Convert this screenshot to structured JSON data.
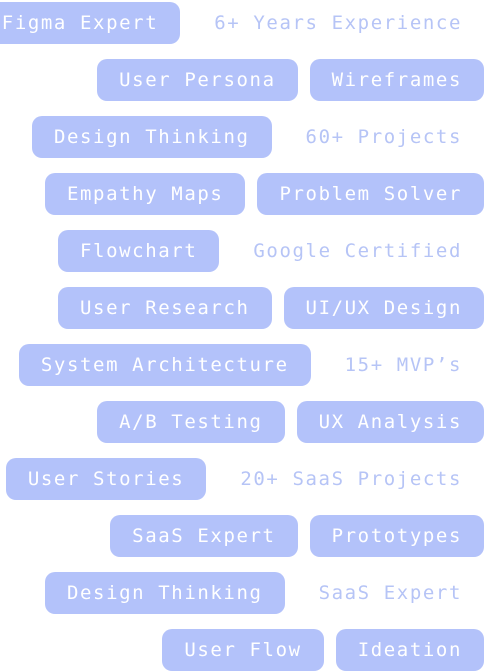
{
  "colors": {
    "pill_bg": "#b3c2fa",
    "pill_text": "#ffffff",
    "plain_text": "#b6c4f6",
    "background": "#ffffff"
  },
  "rows": [
    {
      "items": [
        {
          "label": "Figma Expert",
          "style": "pill"
        },
        {
          "label": "6+ Years Experience",
          "style": "plain"
        }
      ]
    },
    {
      "items": [
        {
          "label": "User Persona",
          "style": "pill"
        },
        {
          "label": "Wireframes",
          "style": "pill"
        }
      ]
    },
    {
      "items": [
        {
          "label": "Design Thinking",
          "style": "pill"
        },
        {
          "label": "60+ Projects",
          "style": "plain"
        }
      ]
    },
    {
      "items": [
        {
          "label": "Empathy Maps",
          "style": "pill"
        },
        {
          "label": "Problem Solver",
          "style": "pill"
        }
      ]
    },
    {
      "items": [
        {
          "label": "Flowchart",
          "style": "pill"
        },
        {
          "label": "Google Certified",
          "style": "plain"
        }
      ]
    },
    {
      "items": [
        {
          "label": "User Research",
          "style": "pill"
        },
        {
          "label": "UI/UX Design",
          "style": "pill"
        }
      ]
    },
    {
      "items": [
        {
          "label": "System Architecture",
          "style": "pill"
        },
        {
          "label": "15+ MVP’s",
          "style": "plain"
        }
      ]
    },
    {
      "items": [
        {
          "label": "A/B Testing",
          "style": "pill"
        },
        {
          "label": "UX Analysis",
          "style": "pill"
        }
      ]
    },
    {
      "items": [
        {
          "label": "User Stories",
          "style": "pill"
        },
        {
          "label": "20+ SaaS Projects",
          "style": "plain"
        }
      ]
    },
    {
      "items": [
        {
          "label": "SaaS Expert",
          "style": "pill"
        },
        {
          "label": "Prototypes",
          "style": "pill"
        }
      ]
    },
    {
      "items": [
        {
          "label": "Design Thinking",
          "style": "pill"
        },
        {
          "label": "SaaS Expert",
          "style": "plain"
        }
      ]
    },
    {
      "items": [
        {
          "label": "User Flow",
          "style": "pill"
        },
        {
          "label": "Ideation",
          "style": "pill"
        }
      ]
    }
  ]
}
